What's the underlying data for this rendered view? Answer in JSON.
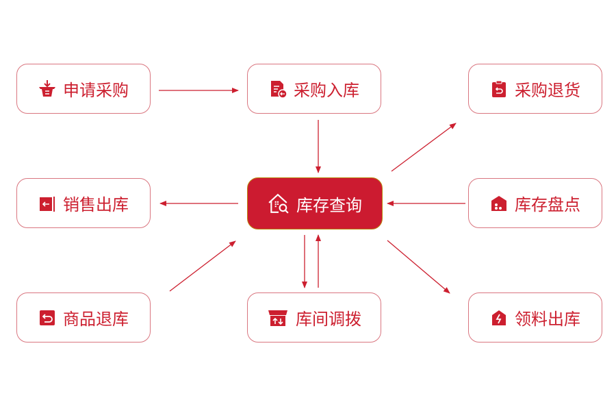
{
  "nodes": {
    "apply_purchase": "申请采购",
    "purchase_in": "采购入库",
    "purchase_return": "采购退货",
    "sales_out": "销售出库",
    "inventory_query": "库存查询",
    "stocktake": "库存盘点",
    "goods_return": "商品退库",
    "transfer": "库间调拨",
    "material_out": "领料出库"
  },
  "colors": {
    "accent": "#cc1f2f",
    "border": "#d9757f"
  }
}
